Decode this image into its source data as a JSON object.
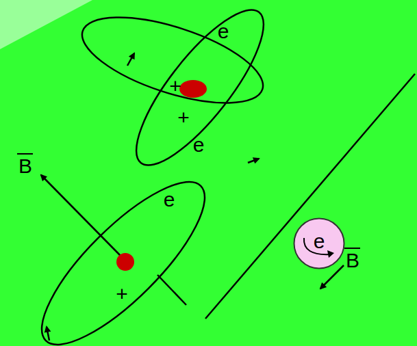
{
  "diagram": {
    "nodes": [
      {
        "text": [
          "e"
        ]
      }
    ],
    "labels": [
      "e",
      "+",
      "+",
      "e",
      "B",
      "e",
      "+",
      "B"
    ]
  }
}
